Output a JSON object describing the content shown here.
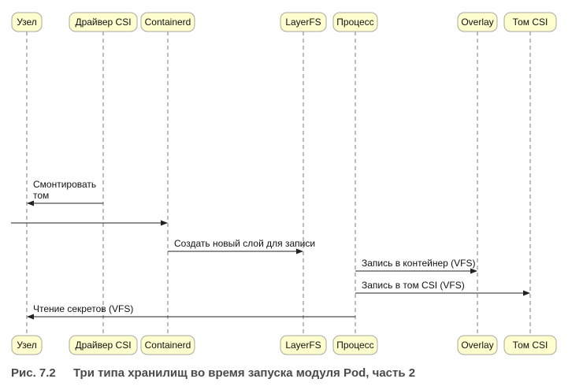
{
  "participants": [
    {
      "id": "node",
      "label": "Узел"
    },
    {
      "id": "csi_driver",
      "label": "Драйвер CSI"
    },
    {
      "id": "containerd",
      "label": "Containerd"
    },
    {
      "id": "layerfs",
      "label": "LayerFS"
    },
    {
      "id": "process",
      "label": "Процесс"
    },
    {
      "id": "overlay",
      "label": "Overlay"
    },
    {
      "id": "csi_volume",
      "label": "Том CSI"
    }
  ],
  "messages": [
    {
      "from": "csi_driver",
      "to": "node",
      "lines": [
        "Смонтировать",
        "том"
      ]
    },
    {
      "from": "external",
      "to": "containerd",
      "lines": []
    },
    {
      "from": "containerd",
      "to": "layerfs",
      "lines": [
        "Создать новый слой для записи"
      ]
    },
    {
      "from": "process",
      "to": "overlay",
      "lines": [
        "Запись в контейнер (VFS)"
      ]
    },
    {
      "from": "process",
      "to": "csi_volume",
      "lines": [
        "Запись в том CSI (VFS)"
      ]
    },
    {
      "from": "process",
      "to": "node",
      "lines": [
        "Чтение секретов (VFS)"
      ]
    }
  ],
  "caption": {
    "number": "Рис. 7.2",
    "text": "Три типа хранилищ во время запуска модуля Pod, часть 2"
  }
}
